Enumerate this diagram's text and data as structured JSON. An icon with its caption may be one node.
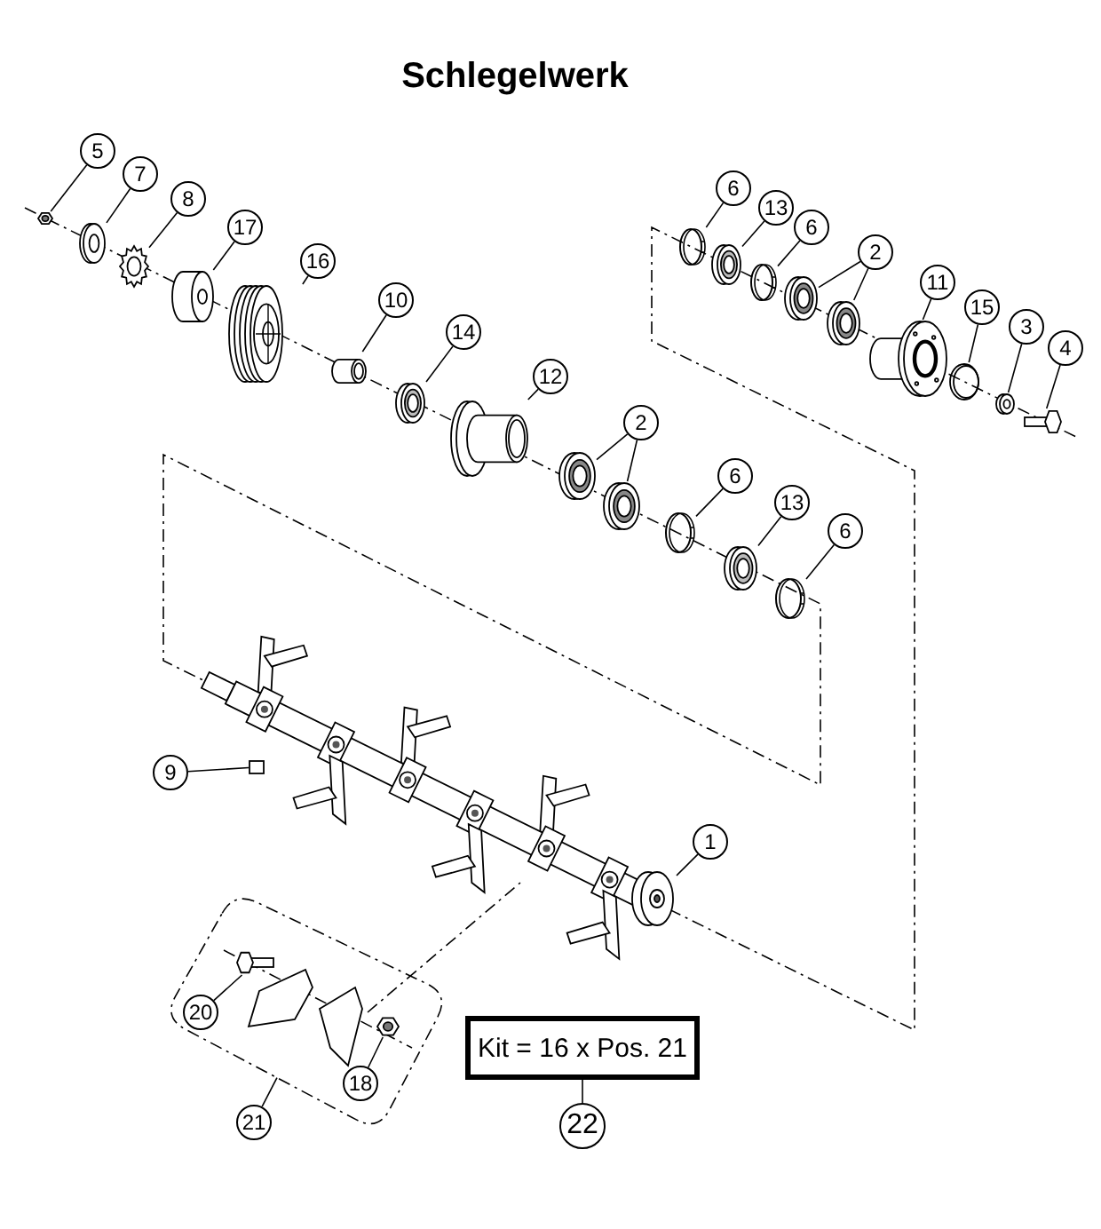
{
  "diagram": {
    "title": "Schlegelwerk",
    "nodes": [
      {
        "text": [
          "5"
        ]
      },
      {
        "text": [
          "7"
        ]
      },
      {
        "text": [
          "8"
        ]
      },
      {
        "text": [
          "17"
        ]
      },
      {
        "text": [
          "16"
        ]
      },
      {
        "text": [
          "10"
        ]
      },
      {
        "text": [
          "14"
        ]
      },
      {
        "text": [
          "12"
        ]
      },
      {
        "text": [
          "6"
        ]
      },
      {
        "text": [
          "13"
        ]
      },
      {
        "text": [
          "6"
        ]
      },
      {
        "text": [
          "2"
        ]
      },
      {
        "text": [
          "11"
        ]
      },
      {
        "text": [
          "15"
        ]
      },
      {
        "text": [
          "3"
        ]
      },
      {
        "text": [
          "4"
        ]
      },
      {
        "text": [
          "2"
        ]
      },
      {
        "text": [
          "6"
        ]
      },
      {
        "text": [
          "13"
        ]
      },
      {
        "text": [
          "6"
        ]
      },
      {
        "text": [
          "9"
        ]
      },
      {
        "text": [
          "1"
        ]
      },
      {
        "text": [],
        "shape": "box"
      },
      {
        "text": [
          "20"
        ],
        "in": 22
      },
      {
        "text": [
          "18"
        ],
        "in": 22
      },
      {
        "text": [
          "21"
        ]
      },
      {
        "text": [
          "Kit = 16 x Pos. 21"
        ]
      },
      {
        "text": [
          "22"
        ]
      },
      {
        "text": [],
        "shape": "picture"
      },
      {
        "text": [],
        "shape": "picture"
      },
      {
        "text": [],
        "shape": "picture"
      },
      {
        "text": [],
        "shape": "cylinder"
      },
      {
        "text": [],
        "shape": "circle"
      },
      {
        "text": [],
        "shape": "cylinder"
      },
      {
        "text": [],
        "shape": "picture"
      },
      {
        "text": [],
        "shape": "picture"
      },
      {
        "text": [],
        "shape": "circle"
      },
      {
        "text": [],
        "shape": "picture"
      },
      {
        "text": [],
        "shape": "circle"
      },
      {
        "text": [],
        "shape": "picture"
      },
      {
        "text": [],
        "shape": "picture"
      },
      {
        "text": [],
        "shape": "picture"
      },
      {
        "text": [],
        "shape": "picture"
      },
      {
        "text": [],
        "shape": "picture"
      },
      {
        "text": [],
        "shape": "picture"
      },
      {
        "text": [],
        "shape": "picture"
      },
      {
        "text": [],
        "shape": "picture"
      },
      {
        "text": [],
        "shape": "circle"
      },
      {
        "text": [],
        "shape": "picture"
      },
      {
        "text": [],
        "shape": "circle"
      },
      {
        "text": [],
        "shape": "box"
      },
      {
        "text": [],
        "shape": "picture"
      },
      {
        "text": [],
        "shape": "picture",
        "in": 22
      },
      {
        "text": [],
        "shape": "picture",
        "in": 22
      }
    ],
    "edges": [
      {
        "from": 0,
        "to": 28,
        "arrow": "none"
      },
      {
        "from": 1,
        "to": 29,
        "arrow": "none"
      },
      {
        "from": 2,
        "to": 30,
        "arrow": "none"
      },
      {
        "from": 3,
        "to": 31,
        "arrow": "none"
      },
      {
        "from": 4,
        "to": 32,
        "arrow": "none"
      },
      {
        "from": 5,
        "to": 33,
        "arrow": "none"
      },
      {
        "from": 6,
        "to": 34,
        "arrow": "none"
      },
      {
        "from": 7,
        "to": 35,
        "arrow": "none"
      },
      {
        "from": 8,
        "to": 36,
        "arrow": "none"
      },
      {
        "from": 9,
        "to": 37,
        "arrow": "none"
      },
      {
        "from": 10,
        "to": 38,
        "arrow": "none"
      },
      {
        "from": 11,
        "to": 39,
        "arrow": "none"
      },
      {
        "from": 11,
        "to": 40,
        "arrow": "none"
      },
      {
        "from": 12,
        "to": 41,
        "arrow": "none"
      },
      {
        "from": 13,
        "to": 42,
        "arrow": "none"
      },
      {
        "from": 14,
        "to": 43,
        "arrow": "none"
      },
      {
        "from": 15,
        "to": 44,
        "arrow": "none"
      },
      {
        "from": 16,
        "to": 45,
        "arrow": "none"
      },
      {
        "from": 16,
        "to": 46,
        "arrow": "none"
      },
      {
        "from": 17,
        "to": 47,
        "arrow": "none"
      },
      {
        "from": 18,
        "to": 48,
        "arrow": "none"
      },
      {
        "from": 19,
        "to": 49,
        "arrow": "none"
      },
      {
        "from": 20,
        "to": 50,
        "arrow": "none"
      },
      {
        "from": 21,
        "to": 51,
        "arrow": "none"
      },
      {
        "from": 23,
        "to": 52,
        "arrow": "none"
      },
      {
        "from": 24,
        "to": 53,
        "arrow": "none"
      },
      {
        "from": 25,
        "to": 22,
        "arrow": "none"
      },
      {
        "from": 27,
        "to": 26,
        "arrow": "none"
      }
    ]
  }
}
